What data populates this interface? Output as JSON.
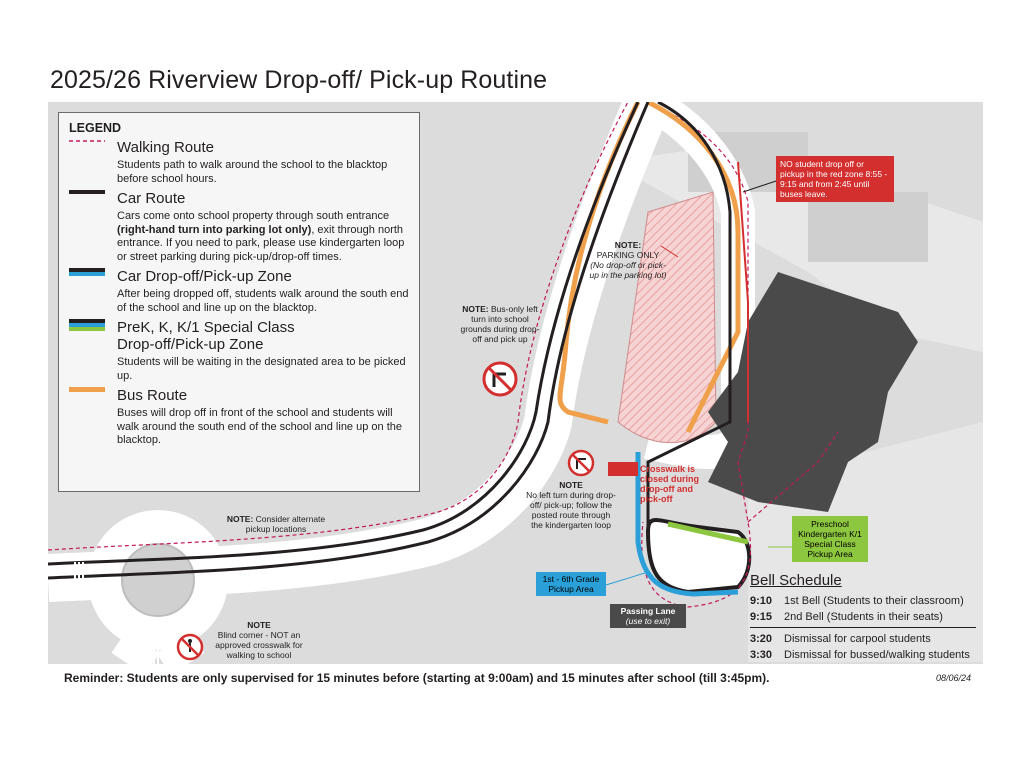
{
  "title": "2025/26 Riverview Drop-off/ Pick-up Routine",
  "colors": {
    "walking": "#c2185b",
    "car": "#231f20",
    "car_zone": "#2a9fd8",
    "special_zone": "#8dc63f",
    "bus": "#f0a04b",
    "no_stop": "#d32f2f",
    "building": "#4a4a4a"
  },
  "legend": {
    "heading": "LEGEND",
    "walking_title": "Walking Route",
    "walking_desc": "Students path to walk around the school to the blacktop before school hours.",
    "car_title": "Car Route",
    "car_desc_1": "Cars come onto school property through south entrance ",
    "car_desc_bold": "(right-hand turn into parking lot only)",
    "car_desc_2": ", exit through north entrance. If you need to park, please use kindergarten loop or street parking during pick-up/drop-off times.",
    "carzone_title": "Car Drop-off/Pick-up Zone",
    "carzone_desc": "After being dropped off, students walk around the south end of the school and line up on the blacktop.",
    "special_title_1": "PreK, K, K/1 Special Class",
    "special_title_2": "Drop-off/Pick-up Zone",
    "special_desc": "Students will be waiting in the designated area to be picked up.",
    "bus_title": "Bus Route",
    "bus_desc": "Buses will drop off in front of the school and students will walk around the south end of the school and line up on the blacktop."
  },
  "notes": {
    "red_zone": "NO student drop off or pickup in the red zone 8:55 - 9:15 and from 2:45 until buses leave.",
    "parking_label": "NOTE:",
    "parking_main": "PARKING ONLY",
    "parking_sub": "(No drop-off or pick-up in the parking lot)",
    "bus_only_label": "NOTE:",
    "bus_only_text": "Bus-only left turn into school grounds during drop-off and pick up",
    "no_left_label": "NOTE",
    "no_left_text": "No left turn during drop-off/ pick-up; follow the posted route through the kindergarten loop",
    "crosswalk_closed": "Crosswalk is closed during drop-off and pick-off",
    "alt_label": "NOTE:",
    "alt_text": "Consider alternate pickup locations",
    "blind_label": "NOTE",
    "blind_text": "Blind corner - NOT an approved crosswalk for walking to school",
    "grade_pickup": "1st - 6th Grade Pickup Area",
    "passing_lane": "Passing Lane",
    "passing_sub": "(use to exit)",
    "preschool": "Preschool Kindergarten K/1 Special Class Pickup Area"
  },
  "bell": {
    "heading": "Bell Schedule",
    "rows": [
      {
        "time": "9:10",
        "text": "1st Bell (Students to their classroom)"
      },
      {
        "time": "9:15",
        "text": "2nd Bell (Students in their seats)"
      },
      {
        "time": "3:20",
        "text": "Dismissal for carpool students"
      },
      {
        "time": "3:30",
        "text": "Dismissal for bussed/walking students"
      }
    ]
  },
  "reminder": "Reminder: Students are only supervised for 15 minutes before (starting at 9:00am) and 15 minutes after school (till 3:45pm).",
  "date": "08/06/24"
}
